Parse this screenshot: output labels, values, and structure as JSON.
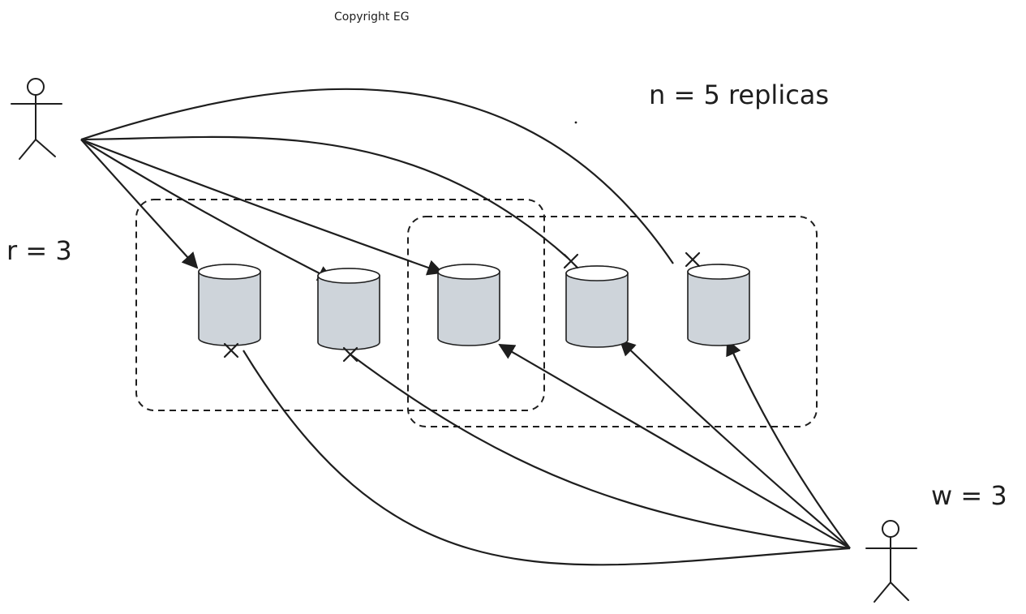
{
  "labels": {
    "copyright": "Copyright EG",
    "n": "n = 5 replicas",
    "r": "r = 3",
    "w": "w = 3"
  },
  "colors": {
    "stroke": "#1e1e1e",
    "replica_fill": "#ced4da",
    "background": "#ffffff"
  },
  "replicas": [
    {
      "id": 1,
      "read_failed": false,
      "write_failed": true
    },
    {
      "id": 2,
      "read_failed": false,
      "write_failed": true
    },
    {
      "id": 3,
      "read_failed": false,
      "write_failed": false
    },
    {
      "id": 4,
      "read_failed": true,
      "write_failed": false
    },
    {
      "id": 5,
      "read_failed": true,
      "write_failed": false
    }
  ],
  "actors": [
    {
      "role": "reader",
      "icon": "stick-figure-icon"
    },
    {
      "role": "writer",
      "icon": "stick-figure-icon"
    }
  ]
}
